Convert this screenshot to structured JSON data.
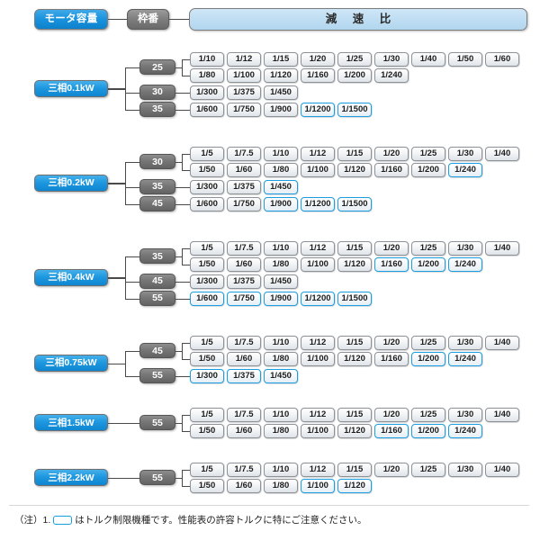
{
  "header": {
    "motor_label": "モータ容量",
    "frame_label": "枠番",
    "ratio_label": "減 速 比"
  },
  "footnote": {
    "text": "（注）1.",
    "body": "はトルク制限機種です。性能表の許容トルクに特にご注意ください。"
  },
  "chart_data": {
    "type": "diagram",
    "title": "モータ容量 / 枠番 / 減速比 対応表",
    "columns": [
      "モータ容量",
      "枠番",
      "減速比"
    ],
    "legend": "青枠 = トルク制限機種",
    "highlight_color": "#1a9ee0",
    "motor_color": "#1e98e0",
    "frame_color": "#767676",
    "ratio_header_color": "#bcdcf2",
    "groups": [
      {
        "motor": "三相0.1kW",
        "frames": [
          {
            "frame": "25",
            "rows": [
              {
                "ratios": [
                  {
                    "v": "1/10",
                    "hl": false
                  },
                  {
                    "v": "1/12",
                    "hl": false
                  },
                  {
                    "v": "1/15",
                    "hl": false
                  },
                  {
                    "v": "1/20",
                    "hl": false
                  },
                  {
                    "v": "1/25",
                    "hl": false
                  },
                  {
                    "v": "1/30",
                    "hl": false
                  },
                  {
                    "v": "1/40",
                    "hl": false
                  },
                  {
                    "v": "1/50",
                    "hl": false
                  },
                  {
                    "v": "1/60",
                    "hl": false
                  }
                ]
              },
              {
                "ratios": [
                  {
                    "v": "1/80",
                    "hl": false
                  },
                  {
                    "v": "1/100",
                    "hl": false
                  },
                  {
                    "v": "1/120",
                    "hl": false
                  },
                  {
                    "v": "1/160",
                    "hl": false
                  },
                  {
                    "v": "1/200",
                    "hl": false
                  },
                  {
                    "v": "1/240",
                    "hl": false
                  }
                ]
              }
            ]
          },
          {
            "frame": "30",
            "rows": [
              {
                "ratios": [
                  {
                    "v": "1/300",
                    "hl": false
                  },
                  {
                    "v": "1/375",
                    "hl": false
                  },
                  {
                    "v": "1/450",
                    "hl": false
                  }
                ]
              }
            ]
          },
          {
            "frame": "35",
            "rows": [
              {
                "ratios": [
                  {
                    "v": "1/600",
                    "hl": false
                  },
                  {
                    "v": "1/750",
                    "hl": false
                  },
                  {
                    "v": "1/900",
                    "hl": false
                  },
                  {
                    "v": "1/1200",
                    "hl": true
                  },
                  {
                    "v": "1/1500",
                    "hl": true
                  }
                ]
              }
            ]
          }
        ]
      },
      {
        "motor": "三相0.2kW",
        "frames": [
          {
            "frame": "30",
            "rows": [
              {
                "ratios": [
                  {
                    "v": "1/5",
                    "hl": false
                  },
                  {
                    "v": "1/7.5",
                    "hl": false
                  },
                  {
                    "v": "1/10",
                    "hl": false
                  },
                  {
                    "v": "1/12",
                    "hl": false
                  },
                  {
                    "v": "1/15",
                    "hl": false
                  },
                  {
                    "v": "1/20",
                    "hl": false
                  },
                  {
                    "v": "1/25",
                    "hl": false
                  },
                  {
                    "v": "1/30",
                    "hl": false
                  },
                  {
                    "v": "1/40",
                    "hl": false
                  }
                ]
              },
              {
                "ratios": [
                  {
                    "v": "1/50",
                    "hl": false
                  },
                  {
                    "v": "1/60",
                    "hl": false
                  },
                  {
                    "v": "1/80",
                    "hl": false
                  },
                  {
                    "v": "1/100",
                    "hl": false
                  },
                  {
                    "v": "1/120",
                    "hl": false
                  },
                  {
                    "v": "1/160",
                    "hl": false
                  },
                  {
                    "v": "1/200",
                    "hl": false
                  },
                  {
                    "v": "1/240",
                    "hl": true
                  }
                ]
              }
            ]
          },
          {
            "frame": "35",
            "rows": [
              {
                "ratios": [
                  {
                    "v": "1/300",
                    "hl": false
                  },
                  {
                    "v": "1/375",
                    "hl": false
                  },
                  {
                    "v": "1/450",
                    "hl": true
                  }
                ]
              }
            ]
          },
          {
            "frame": "45",
            "rows": [
              {
                "ratios": [
                  {
                    "v": "1/600",
                    "hl": false
                  },
                  {
                    "v": "1/750",
                    "hl": false
                  },
                  {
                    "v": "1/900",
                    "hl": true
                  },
                  {
                    "v": "1/1200",
                    "hl": true
                  },
                  {
                    "v": "1/1500",
                    "hl": true
                  }
                ]
              }
            ]
          }
        ]
      },
      {
        "motor": "三相0.4kW",
        "frames": [
          {
            "frame": "35",
            "rows": [
              {
                "ratios": [
                  {
                    "v": "1/5",
                    "hl": false
                  },
                  {
                    "v": "1/7.5",
                    "hl": false
                  },
                  {
                    "v": "1/10",
                    "hl": false
                  },
                  {
                    "v": "1/12",
                    "hl": false
                  },
                  {
                    "v": "1/15",
                    "hl": false
                  },
                  {
                    "v": "1/20",
                    "hl": false
                  },
                  {
                    "v": "1/25",
                    "hl": false
                  },
                  {
                    "v": "1/30",
                    "hl": false
                  },
                  {
                    "v": "1/40",
                    "hl": false
                  }
                ]
              },
              {
                "ratios": [
                  {
                    "v": "1/50",
                    "hl": false
                  },
                  {
                    "v": "1/60",
                    "hl": false
                  },
                  {
                    "v": "1/80",
                    "hl": false
                  },
                  {
                    "v": "1/100",
                    "hl": false
                  },
                  {
                    "v": "1/120",
                    "hl": false
                  },
                  {
                    "v": "1/160",
                    "hl": true
                  },
                  {
                    "v": "1/200",
                    "hl": true
                  },
                  {
                    "v": "1/240",
                    "hl": true
                  }
                ]
              }
            ]
          },
          {
            "frame": "45",
            "rows": [
              {
                "ratios": [
                  {
                    "v": "1/300",
                    "hl": false
                  },
                  {
                    "v": "1/375",
                    "hl": false
                  },
                  {
                    "v": "1/450",
                    "hl": false
                  }
                ]
              }
            ]
          },
          {
            "frame": "55",
            "rows": [
              {
                "ratios": [
                  {
                    "v": "1/600",
                    "hl": true
                  },
                  {
                    "v": "1/750",
                    "hl": true
                  },
                  {
                    "v": "1/900",
                    "hl": true
                  },
                  {
                    "v": "1/1200",
                    "hl": true
                  },
                  {
                    "v": "1/1500",
                    "hl": true
                  }
                ]
              }
            ]
          }
        ]
      },
      {
        "motor": "三相0.75kW",
        "frames": [
          {
            "frame": "45",
            "rows": [
              {
                "ratios": [
                  {
                    "v": "1/5",
                    "hl": false
                  },
                  {
                    "v": "1/7.5",
                    "hl": false
                  },
                  {
                    "v": "1/10",
                    "hl": false
                  },
                  {
                    "v": "1/12",
                    "hl": false
                  },
                  {
                    "v": "1/15",
                    "hl": false
                  },
                  {
                    "v": "1/20",
                    "hl": false
                  },
                  {
                    "v": "1/25",
                    "hl": false
                  },
                  {
                    "v": "1/30",
                    "hl": false
                  },
                  {
                    "v": "1/40",
                    "hl": false
                  }
                ]
              },
              {
                "ratios": [
                  {
                    "v": "1/50",
                    "hl": false
                  },
                  {
                    "v": "1/60",
                    "hl": false
                  },
                  {
                    "v": "1/80",
                    "hl": false
                  },
                  {
                    "v": "1/100",
                    "hl": false
                  },
                  {
                    "v": "1/120",
                    "hl": false
                  },
                  {
                    "v": "1/160",
                    "hl": false
                  },
                  {
                    "v": "1/200",
                    "hl": true
                  },
                  {
                    "v": "1/240",
                    "hl": true
                  }
                ]
              }
            ]
          },
          {
            "frame": "55",
            "rows": [
              {
                "ratios": [
                  {
                    "v": "1/300",
                    "hl": true
                  },
                  {
                    "v": "1/375",
                    "hl": true
                  },
                  {
                    "v": "1/450",
                    "hl": true
                  }
                ]
              }
            ]
          }
        ]
      },
      {
        "motor": "三相1.5kW",
        "frames": [
          {
            "frame": "55",
            "rows": [
              {
                "ratios": [
                  {
                    "v": "1/5",
                    "hl": false
                  },
                  {
                    "v": "1/7.5",
                    "hl": false
                  },
                  {
                    "v": "1/10",
                    "hl": false
                  },
                  {
                    "v": "1/12",
                    "hl": false
                  },
                  {
                    "v": "1/15",
                    "hl": false
                  },
                  {
                    "v": "1/20",
                    "hl": false
                  },
                  {
                    "v": "1/25",
                    "hl": false
                  },
                  {
                    "v": "1/30",
                    "hl": false
                  },
                  {
                    "v": "1/40",
                    "hl": false
                  }
                ]
              },
              {
                "ratios": [
                  {
                    "v": "1/50",
                    "hl": false
                  },
                  {
                    "v": "1/60",
                    "hl": false
                  },
                  {
                    "v": "1/80",
                    "hl": false
                  },
                  {
                    "v": "1/100",
                    "hl": false
                  },
                  {
                    "v": "1/120",
                    "hl": false
                  },
                  {
                    "v": "1/160",
                    "hl": true
                  },
                  {
                    "v": "1/200",
                    "hl": true
                  },
                  {
                    "v": "1/240",
                    "hl": true
                  }
                ]
              }
            ]
          }
        ]
      },
      {
        "motor": "三相2.2kW",
        "frames": [
          {
            "frame": "55",
            "rows": [
              {
                "ratios": [
                  {
                    "v": "1/5",
                    "hl": false
                  },
                  {
                    "v": "1/7.5",
                    "hl": false
                  },
                  {
                    "v": "1/10",
                    "hl": false
                  },
                  {
                    "v": "1/12",
                    "hl": false
                  },
                  {
                    "v": "1/15",
                    "hl": false
                  },
                  {
                    "v": "1/20",
                    "hl": false
                  },
                  {
                    "v": "1/25",
                    "hl": false
                  },
                  {
                    "v": "1/30",
                    "hl": false
                  },
                  {
                    "v": "1/40",
                    "hl": false
                  }
                ]
              },
              {
                "ratios": [
                  {
                    "v": "1/50",
                    "hl": false
                  },
                  {
                    "v": "1/60",
                    "hl": false
                  },
                  {
                    "v": "1/80",
                    "hl": false
                  },
                  {
                    "v": "1/100",
                    "hl": true
                  },
                  {
                    "v": "1/120",
                    "hl": true
                  }
                ]
              }
            ]
          }
        ]
      }
    ]
  }
}
